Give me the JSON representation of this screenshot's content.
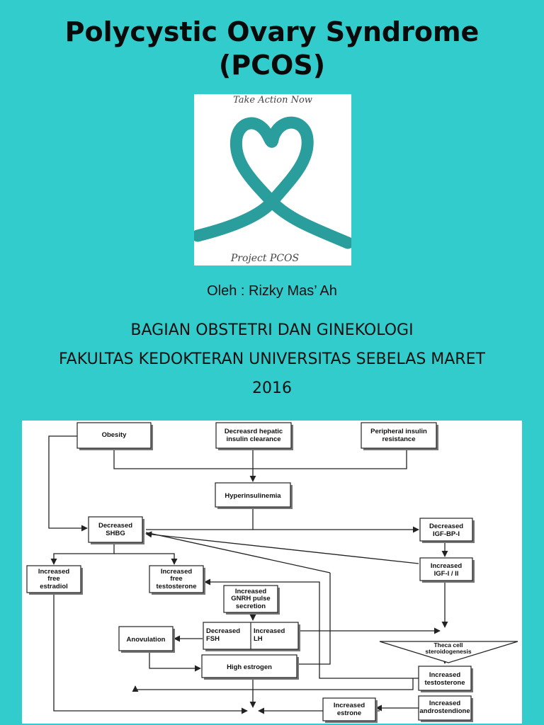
{
  "slide": {
    "title_line1": "Polycystic Ovary Syndrome",
    "title_line2": "(PCOS)",
    "logo_top_text": "Take Action Now",
    "logo_bottom_text": "Project PCOS",
    "author": "Oleh : Rizky Mas’ Ah",
    "department": "BAGIAN OBSTETRI DAN GINEKOLOGI",
    "faculty": "FAKULTAS KEDOKTERAN UNIVERSITAS SEBELAS MARET",
    "year": "2016",
    "colors": {
      "background": "#33cccc",
      "ribbon": "#2a9d9d"
    }
  },
  "diagram": {
    "obesity": "Obesity",
    "hepatic": [
      "Decreasrd hepatic",
      "insulin clearance"
    ],
    "peripheral": [
      "Peripheral insulin",
      "resistance"
    ],
    "hyperinsulinemia": "Hyperinsulinemia",
    "shbg": [
      "Decreased",
      "SHBG"
    ],
    "igfbp": [
      "Decreased",
      "IGF-BP-I"
    ],
    "igf": [
      "Increased",
      "IGF-I / II"
    ],
    "free_estradiol": [
      "Increased",
      "free",
      "estradiol"
    ],
    "free_testosterone": [
      "Increased",
      "free",
      "testosterone"
    ],
    "gnrh": [
      "Increased",
      "GNRH pulse",
      "secretion"
    ],
    "fsh": [
      "Decreased",
      "FSH"
    ],
    "lh": [
      "Increased",
      "LH"
    ],
    "anovulation": "Anovulation",
    "high_estrogen": "High estrogen",
    "theca": [
      "Theca cell",
      "steroidogenesis"
    ],
    "testosterone": [
      "Increased",
      "testosterone"
    ],
    "androstenedione": [
      "Increased",
      "androstendione"
    ],
    "estrone": [
      "Increased",
      "estrone"
    ]
  }
}
